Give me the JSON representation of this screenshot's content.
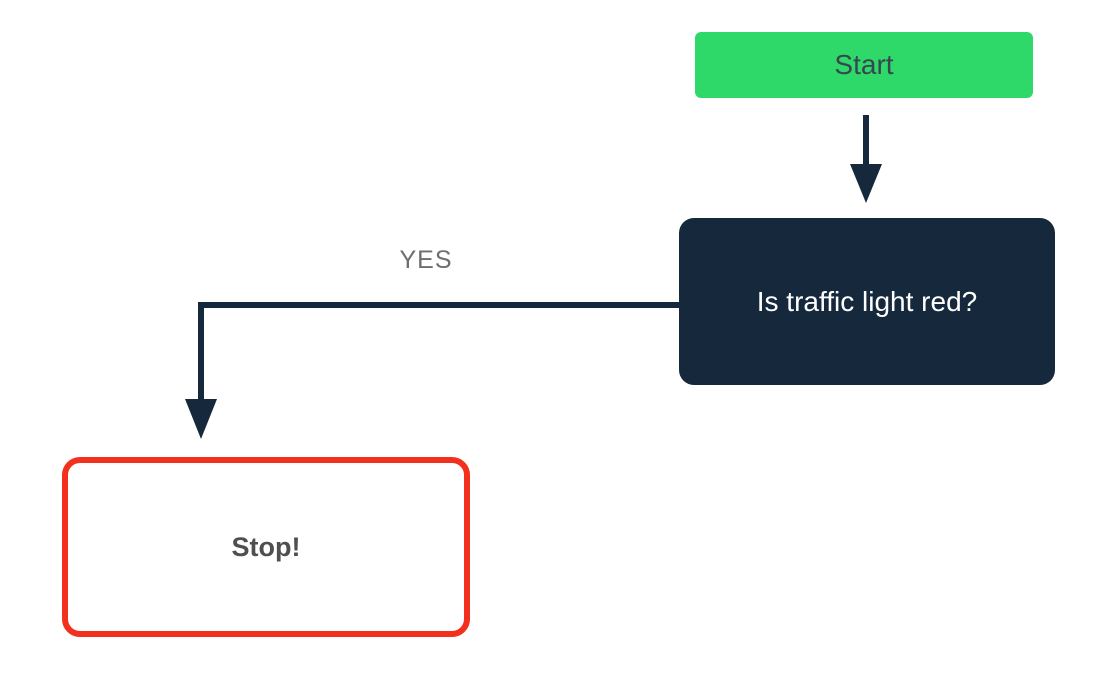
{
  "diagram": {
    "type": "flowchart",
    "background_color": "#ffffff",
    "arrow_color": "#16293c",
    "nodes": [
      {
        "id": "start",
        "label": "Start",
        "shape": "rounded-rect",
        "fill": "#2ed96a",
        "text_color": "#37474f"
      },
      {
        "id": "decision",
        "label": "Is traffic light red?",
        "shape": "rounded-rect",
        "fill": "#16293c",
        "text_color": "#ffffff"
      },
      {
        "id": "stop",
        "label": "Stop!",
        "shape": "rounded-rect-outline",
        "fill": "#ffffff",
        "border_color": "#f3301d",
        "text_color": "#4f4f4f"
      }
    ],
    "edges": [
      {
        "from": "start",
        "to": "decision",
        "label": ""
      },
      {
        "from": "decision",
        "to": "stop",
        "label": "YES",
        "label_color": "#6e6e6e"
      }
    ]
  }
}
